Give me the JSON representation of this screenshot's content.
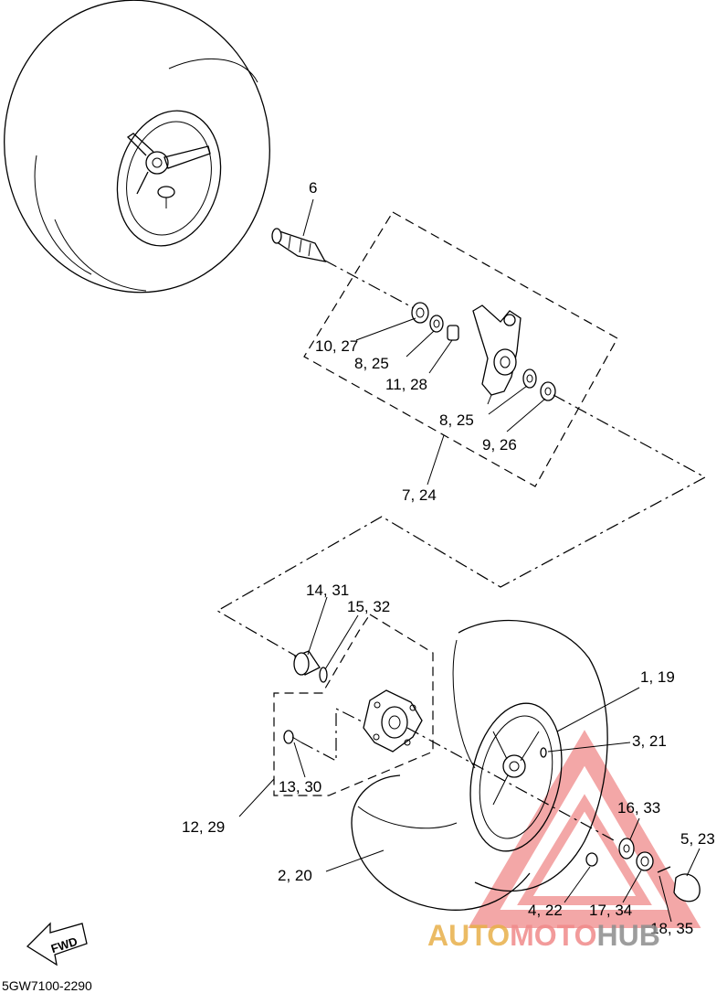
{
  "callouts": {
    "c6": "6",
    "c10_27": "10, 27",
    "c8_25a": "8, 25",
    "c11_28": "11, 28",
    "c8_25b": "8, 25",
    "c9_26": "9, 26",
    "c7_24": "7, 24",
    "c14_31": "14, 31",
    "c15_32": "15, 32",
    "c1_19": "1, 19",
    "c3_21": "3, 21",
    "c13_30": "13, 30",
    "c12_29": "12, 29",
    "c16_33": "16, 33",
    "c5_23": "5, 23",
    "c2_20": "2, 20",
    "c4_22": "4, 22",
    "c17_34": "17, 34",
    "c18_35": "18, 35"
  },
  "fwd_label": "FWD",
  "diagram_code": "5GW7100-2290",
  "watermark": {
    "part1": "AUTO",
    "part2": "MOTO",
    "part3": "HUB",
    "colors": {
      "auto": "#e8b04a",
      "moto": "#f08a8a",
      "hub": "#8c8c8c"
    }
  }
}
